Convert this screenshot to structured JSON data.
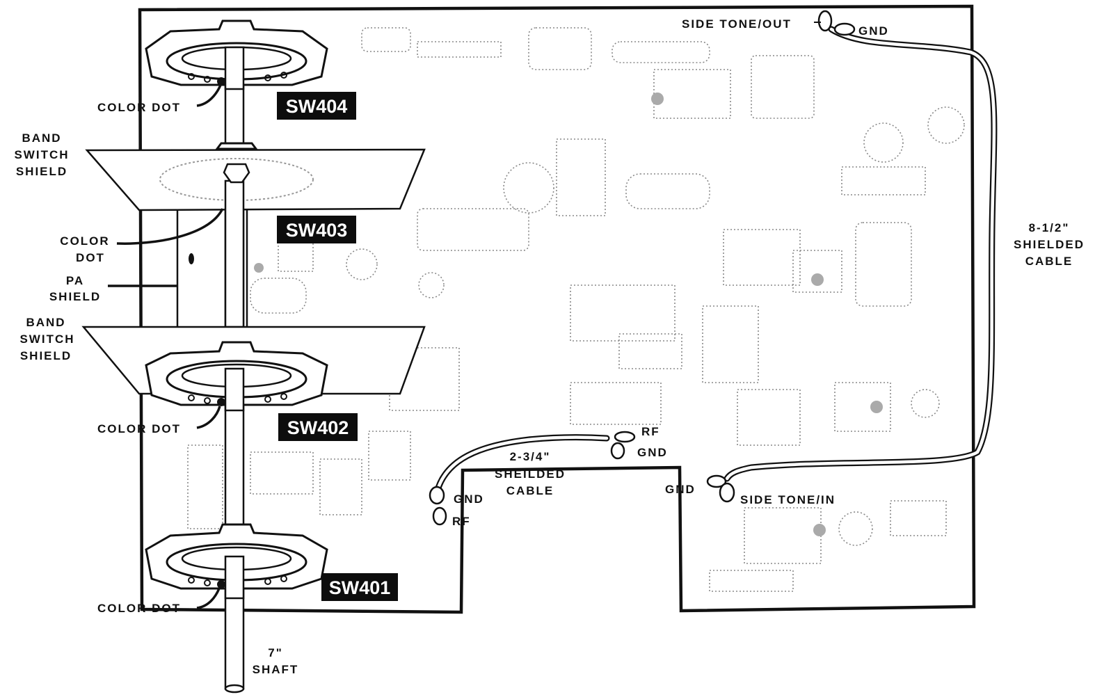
{
  "labels": {
    "side_tone_out": "SIDE TONE/OUT",
    "gnd_top": "GND",
    "color_dot": "COLOR DOT",
    "band_switch_shield_line1": "BAND",
    "band_switch_shield_line2": "SWITCH",
    "band_switch_shield_line3": "SHIELD",
    "color_dot_split_line1": "COLOR",
    "color_dot_split_line2": "DOT",
    "pa_shield_line1": "PA",
    "pa_shield_line2": "SHIELD",
    "cable_8_line1": "8-1/2\"",
    "cable_8_line2": "SHIELDED",
    "cable_8_line3": "CABLE",
    "rf": "RF",
    "gnd": "GND",
    "cable_2_line1": "2-3/4\"",
    "cable_2_line2": "SHEILDED",
    "cable_2_line3": "CABLE",
    "side_tone_in": "SIDE TONE/IN",
    "shaft_line1": "7\"",
    "shaft_line2": "SHAFT"
  },
  "switches": {
    "sw404": "SW404",
    "sw403": "SW403",
    "sw402": "SW402",
    "sw401": "SW401"
  }
}
